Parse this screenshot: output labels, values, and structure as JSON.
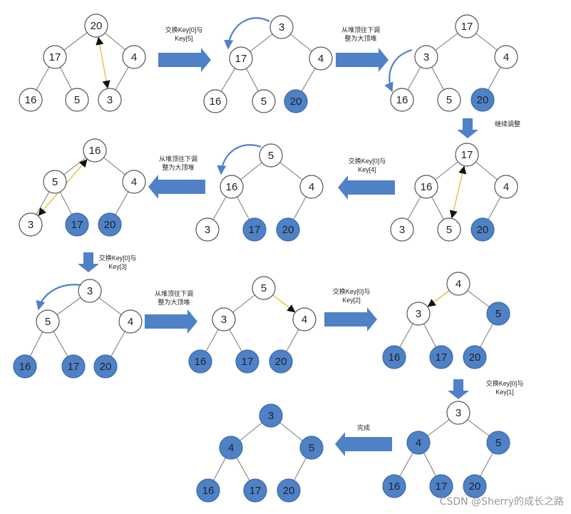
{
  "diagram": {
    "trees": [
      {
        "id": "t1",
        "nodes": [
          "20",
          "17",
          "4",
          "16",
          "5",
          "3"
        ],
        "filled": [
          false,
          false,
          false,
          false,
          false,
          false
        ]
      },
      {
        "id": "t2",
        "nodes": [
          "3",
          "17",
          "4",
          "16",
          "5",
          "20"
        ],
        "filled": [
          false,
          false,
          false,
          false,
          false,
          true
        ]
      },
      {
        "id": "t3",
        "nodes": [
          "17",
          "3",
          "4",
          "16",
          "5",
          "20"
        ],
        "filled": [
          false,
          false,
          false,
          false,
          false,
          true
        ]
      },
      {
        "id": "t4",
        "nodes": [
          "17",
          "16",
          "4",
          "3",
          "5",
          "20"
        ],
        "filled": [
          false,
          false,
          false,
          false,
          false,
          true
        ]
      },
      {
        "id": "t5",
        "nodes": [
          "5",
          "16",
          "4",
          "3",
          "17",
          "20"
        ],
        "filled": [
          false,
          false,
          false,
          false,
          true,
          true
        ]
      },
      {
        "id": "t6",
        "nodes": [
          "16",
          "5",
          "4",
          "3",
          "17",
          "20"
        ],
        "filled": [
          false,
          false,
          false,
          false,
          true,
          true
        ]
      },
      {
        "id": "t7",
        "nodes": [
          "3",
          "5",
          "4",
          "16",
          "17",
          "20"
        ],
        "filled": [
          false,
          false,
          false,
          true,
          true,
          true
        ]
      },
      {
        "id": "t8",
        "nodes": [
          "5",
          "3",
          "4",
          "16",
          "17",
          "20"
        ],
        "filled": [
          false,
          false,
          false,
          true,
          true,
          true
        ]
      },
      {
        "id": "t9",
        "nodes": [
          "4",
          "3",
          "5",
          "16",
          "17",
          "20"
        ],
        "filled": [
          false,
          false,
          true,
          true,
          true,
          true
        ]
      },
      {
        "id": "t10",
        "nodes": [
          "3",
          "4",
          "5",
          "16",
          "17",
          "20"
        ],
        "filled": [
          false,
          true,
          true,
          true,
          true,
          true
        ]
      },
      {
        "id": "t11",
        "nodes": [
          "3",
          "4",
          "5",
          "16",
          "17",
          "20"
        ],
        "filled": [
          true,
          true,
          true,
          true,
          true,
          true
        ]
      }
    ],
    "labels": {
      "swap5": [
        "交换Key[0]与",
        "Key[5]"
      ],
      "adjust_down": [
        "从堆顶往下调",
        "整为大顶堆"
      ],
      "continue_adjust": [
        "继续调整"
      ],
      "swap4": [
        "交换Key[0]与",
        "Key[4]"
      ],
      "swap3": [
        "交换Key[0]与",
        "Key[3]"
      ],
      "swap2": [
        "交换Key[0]与",
        "Key[2]"
      ],
      "swap1": [
        "交换Key[0]与",
        "Key[1]"
      ],
      "done": [
        "完成"
      ]
    },
    "colors": {
      "filled_node": "#4f81c7",
      "node_border": "#555555",
      "arrow_blue": "#4f81c7",
      "swap_line": "#e8c94a"
    }
  },
  "watermark": "CSDN @Sherry的成长之路"
}
